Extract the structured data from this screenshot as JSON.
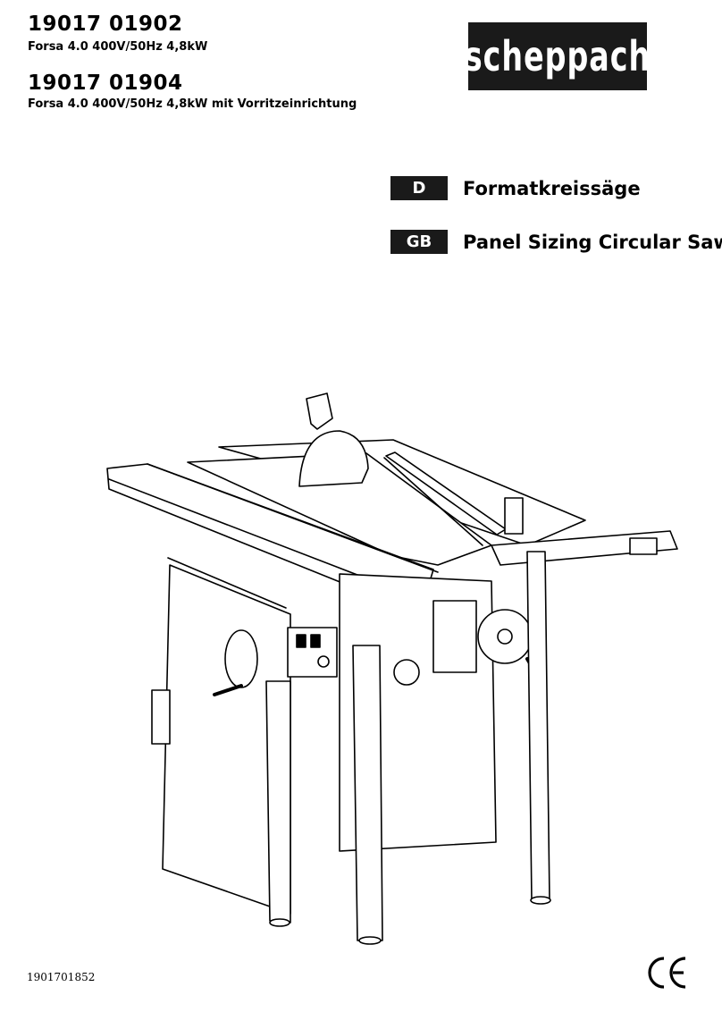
{
  "models": [
    {
      "number": "19017 01902",
      "description": "Forsa 4.0  400V/50Hz 4,8kW"
    },
    {
      "number": "19017 01904",
      "description": "Forsa 4.0  400V/50Hz 4,8kW mit Vorritzeinrichtung"
    }
  ],
  "brand": {
    "logo_text": "scheppach"
  },
  "languages": [
    {
      "code": "D",
      "title": "Formatkreissäge"
    },
    {
      "code": "GB",
      "title": "Panel Sizing Circular Saw"
    }
  ],
  "illustration": {
    "subject": "panel-sizing-circular-saw"
  },
  "document_number": "1901701852",
  "certification": {
    "mark": "CE"
  }
}
